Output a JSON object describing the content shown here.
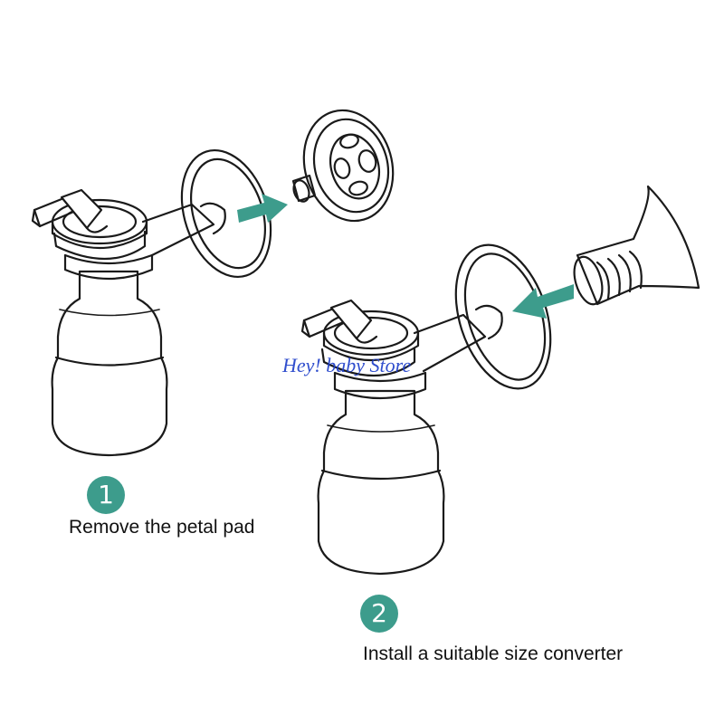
{
  "watermark": {
    "text": "Hey! baby Store",
    "color": "#1f3fc9"
  },
  "steps": [
    {
      "number": "1",
      "caption": "Remove the petal pad"
    },
    {
      "number": "2",
      "caption": "Install a suitable size converter"
    }
  ],
  "colors": {
    "accent": "#3d9c8c",
    "line": "#1a1a1a"
  },
  "icons": [
    "arrow-right-icon",
    "arrow-left-icon"
  ]
}
